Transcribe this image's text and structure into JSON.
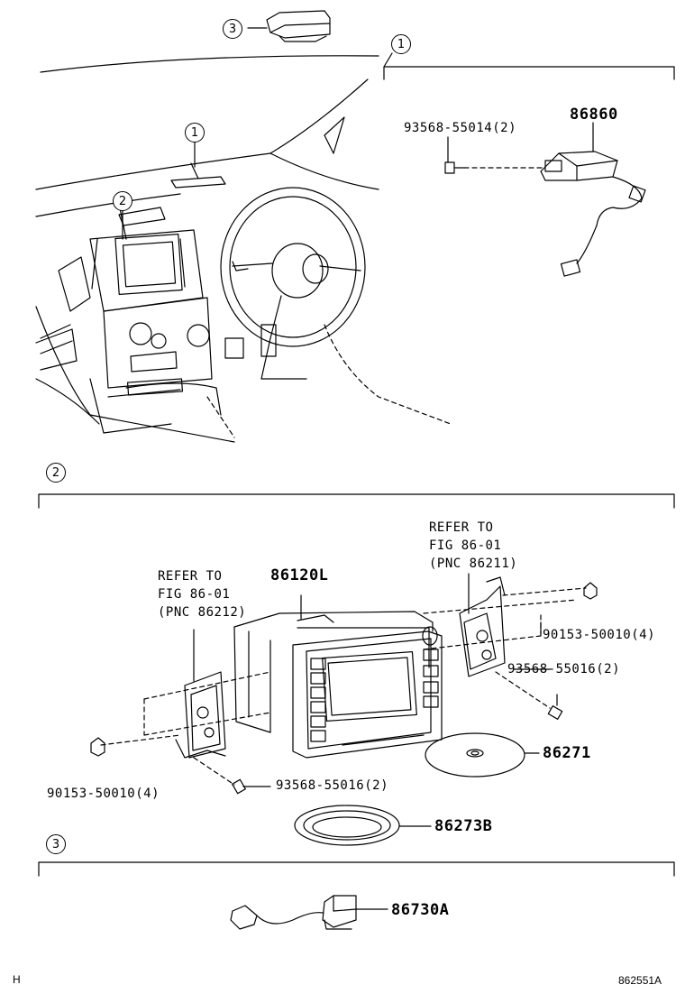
{
  "callouts": {
    "c3_top": "3",
    "c1_header": "1",
    "c1_dash": "1",
    "c2_dash": "2",
    "c2_header": "2",
    "c3_header": "3"
  },
  "section1": {
    "bolt_part": "93568-55014(2)",
    "antenna_part": "86860"
  },
  "section2": {
    "ref_left": [
      "REFER TO",
      "FIG 86-01",
      "(PNC 86212)"
    ],
    "ref_right": [
      "REFER TO",
      "FIG 86-01",
      "(PNC 86211)"
    ],
    "unit_part": "86120L",
    "bolt_right_top": "90153-50010(4)",
    "screw_right": "93568-55016(2)",
    "disc_part": "86271",
    "bolt_left": "90153-50010(4)",
    "screw_left": "93568-55016(2)",
    "ring_part": "86273B"
  },
  "section3": {
    "module_part": "86730A"
  },
  "footer": {
    "left": "H",
    "right": "862551A"
  }
}
